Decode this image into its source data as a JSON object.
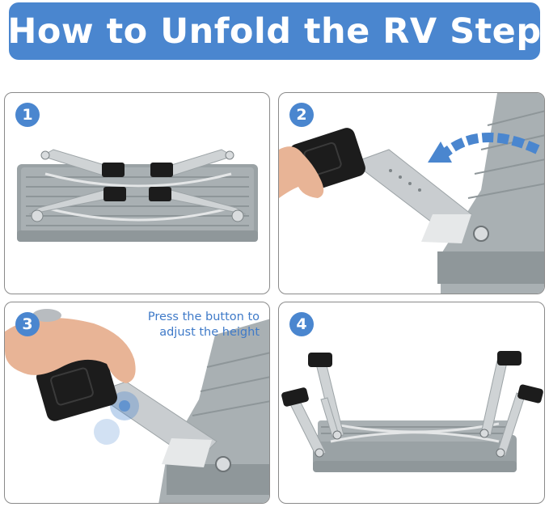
{
  "header": {
    "title": "How to Unfold the RV Step"
  },
  "steps": [
    {
      "number": "1"
    },
    {
      "number": "2",
      "arrow_icon": "curved-arrow-icon"
    },
    {
      "number": "3",
      "hint_line1": "Press the button to",
      "hint_line2": "adjust the height"
    },
    {
      "number": "4"
    }
  ],
  "colors": {
    "accent": "#4a86cf",
    "step_metal": "#a9b0b3",
    "leg_steel": "#c9cdd0",
    "foot_pad": "#1c1c1c",
    "hint_text": "#3f7ac8"
  }
}
